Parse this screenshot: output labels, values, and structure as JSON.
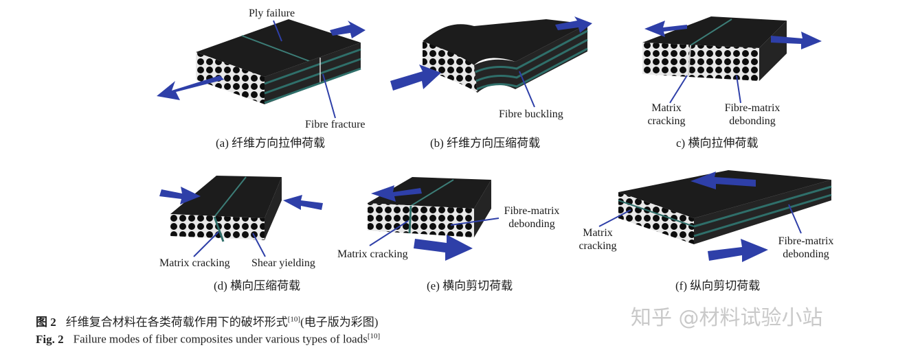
{
  "panels": {
    "a": {
      "caption": "(a) 纤维方向拉伸荷载",
      "labels": [
        "Ply failure",
        "Fibre fracture"
      ]
    },
    "b": {
      "caption": "(b) 纤维方向压缩荷载",
      "labels": [
        "Fibre buckling"
      ]
    },
    "c": {
      "caption": "c) 横向拉伸荷载",
      "labels": [
        "Matrix\ncracking",
        "Fibre-matrix\ndebonding"
      ]
    },
    "d": {
      "caption": "(d) 横向压缩荷载",
      "labels": [
        "Matrix cracking",
        "Shear yielding"
      ]
    },
    "e": {
      "caption": "(e) 横向剪切荷载",
      "labels": [
        "Fibre-matrix\ndebonding",
        "Matrix cracking"
      ]
    },
    "f": {
      "caption": "(f) 纵向剪切荷载",
      "labels": [
        "Matrix\ncracking",
        "Fibre-matrix\ndebonding"
      ]
    }
  },
  "figure_caption": {
    "cn_label": "图 2",
    "cn_text": "纤维复合材料在各类荷载作用下的破坏形式",
    "cn_ref": "[10]",
    "cn_suffix": "(电子版为彩图)",
    "en_label": "Fig. 2",
    "en_text": "Failure modes of fiber composites under various types of loads",
    "en_ref": "[10]"
  },
  "watermark": "知乎 @材料试验小站",
  "colors": {
    "block_top": "#1c1c1c",
    "block_side": "#2a2a2a",
    "ply_line": "#2f6f6a",
    "arrow": "#2e3fa8",
    "pointer": "#2e3fa8"
  }
}
